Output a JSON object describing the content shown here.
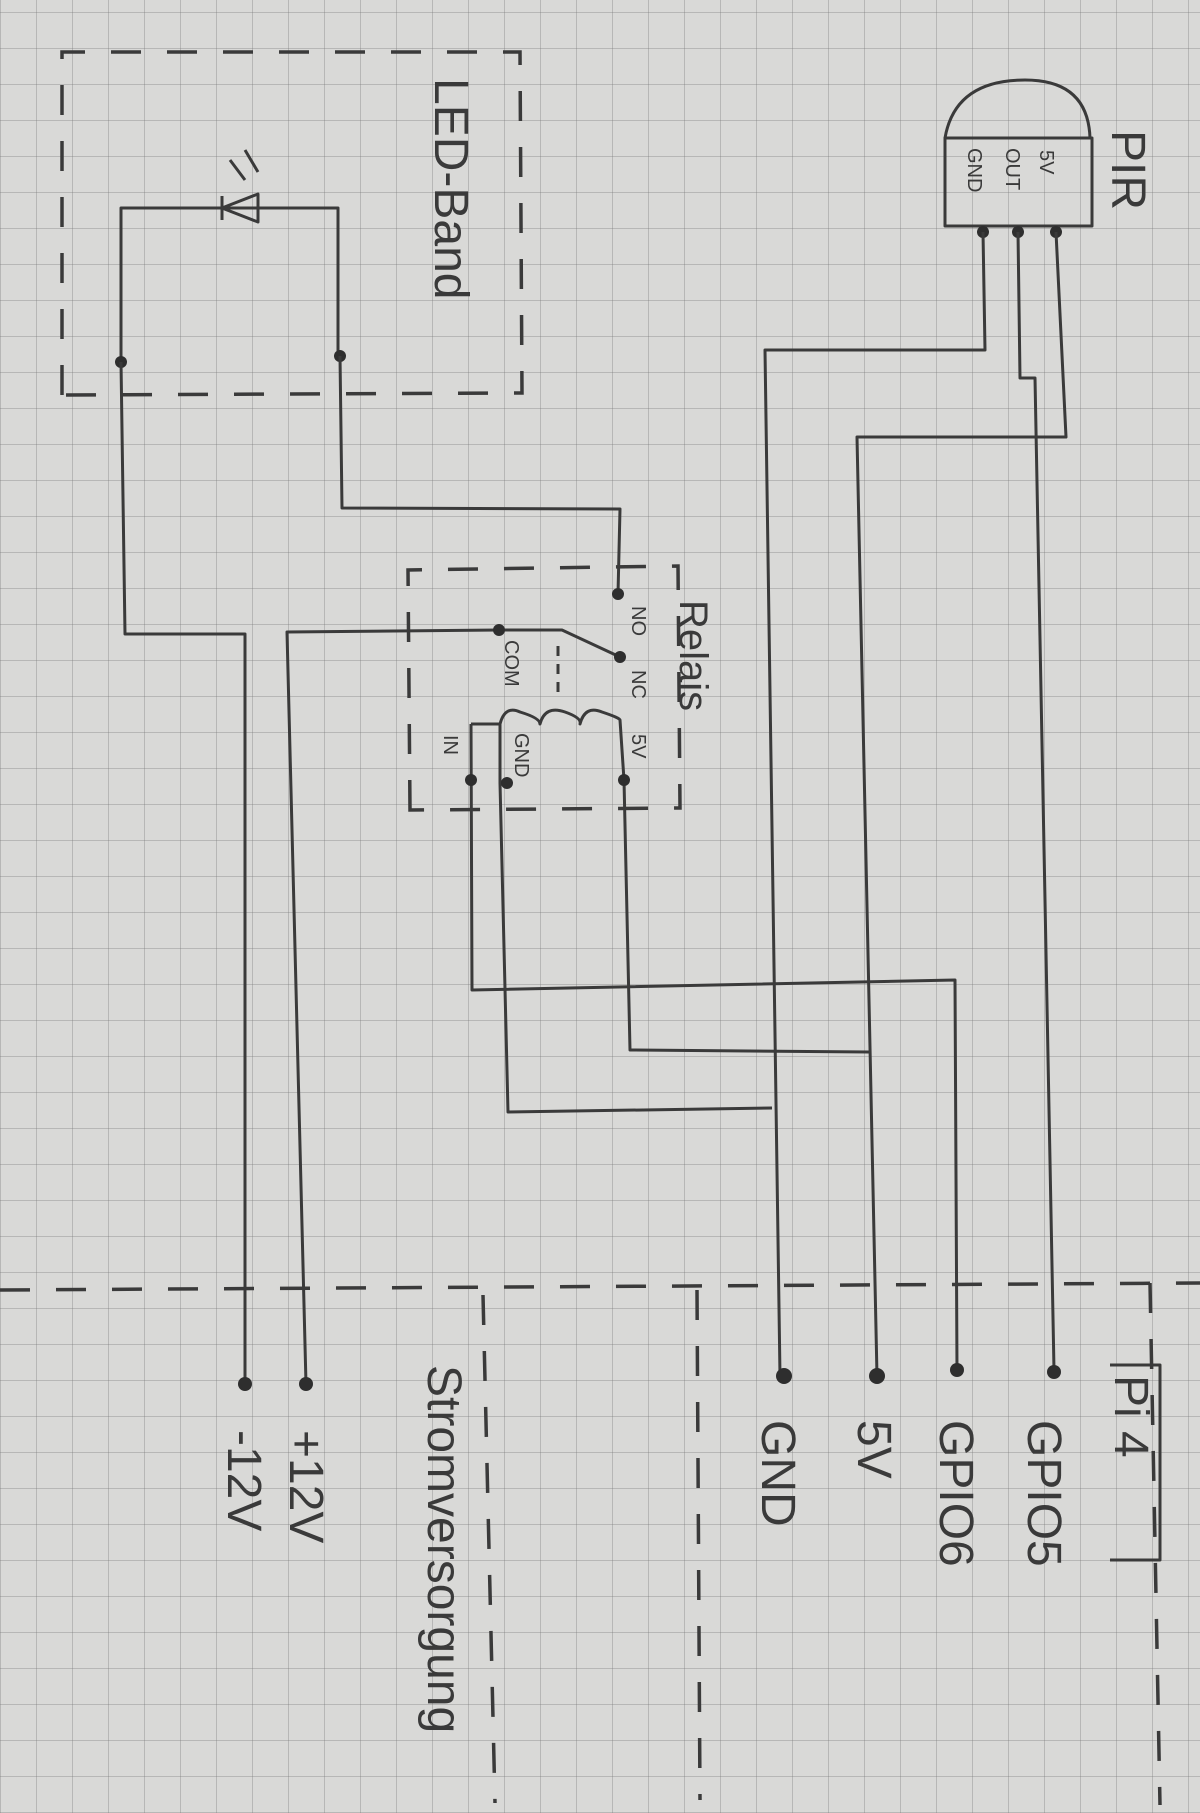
{
  "pir": {
    "title": "PIR",
    "pins": [
      "5V",
      "OUT",
      "GND"
    ]
  },
  "led": {
    "title": "LED-Band"
  },
  "relay": {
    "title": "Relais",
    "pins": {
      "no": "NO",
      "nc": "NC",
      "v5": "5V",
      "com": "COM",
      "gnd": "GND",
      "in": "IN"
    }
  },
  "pi": {
    "title": "Pi 4",
    "pins": [
      "GPIO5",
      "GPIO6",
      "5V",
      "GND"
    ]
  },
  "power": {
    "title": "Stromversorgung",
    "pins": [
      "+12V",
      "-12V"
    ]
  }
}
